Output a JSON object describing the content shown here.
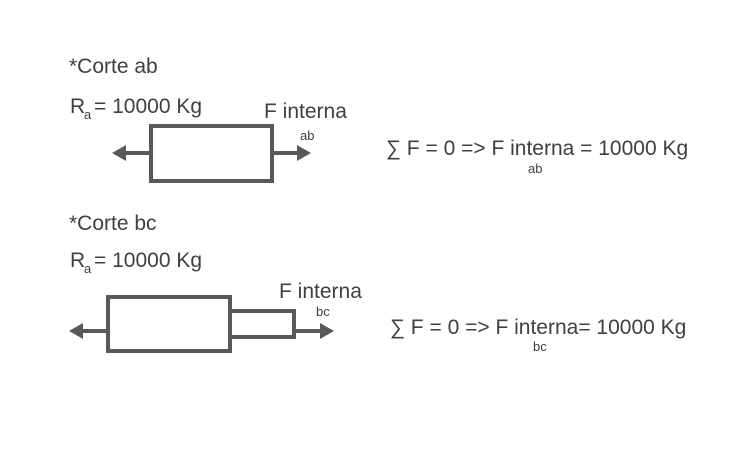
{
  "section1": {
    "heading": "*Corte ab",
    "reaction": {
      "symbol": "R",
      "subscript": "a",
      "value": "= 10000 Kg"
    },
    "force_label": {
      "main": "F interna",
      "subscript": "ab"
    },
    "equation": {
      "main": "∑ F = 0 => F interna = 10000 Kg",
      "subscript": "ab"
    }
  },
  "section2": {
    "heading": "*Corte bc",
    "reaction": {
      "symbol": "R",
      "subscript": "a",
      "value": "= 10000 Kg"
    },
    "force_label": {
      "main": "F interna",
      "subscript": "bc"
    },
    "equation": {
      "main": "∑ F = 0 => F interna= 10000 Kg",
      "subscript": "bc"
    }
  },
  "colors": {
    "ink": "#595959",
    "text": "#404040"
  }
}
